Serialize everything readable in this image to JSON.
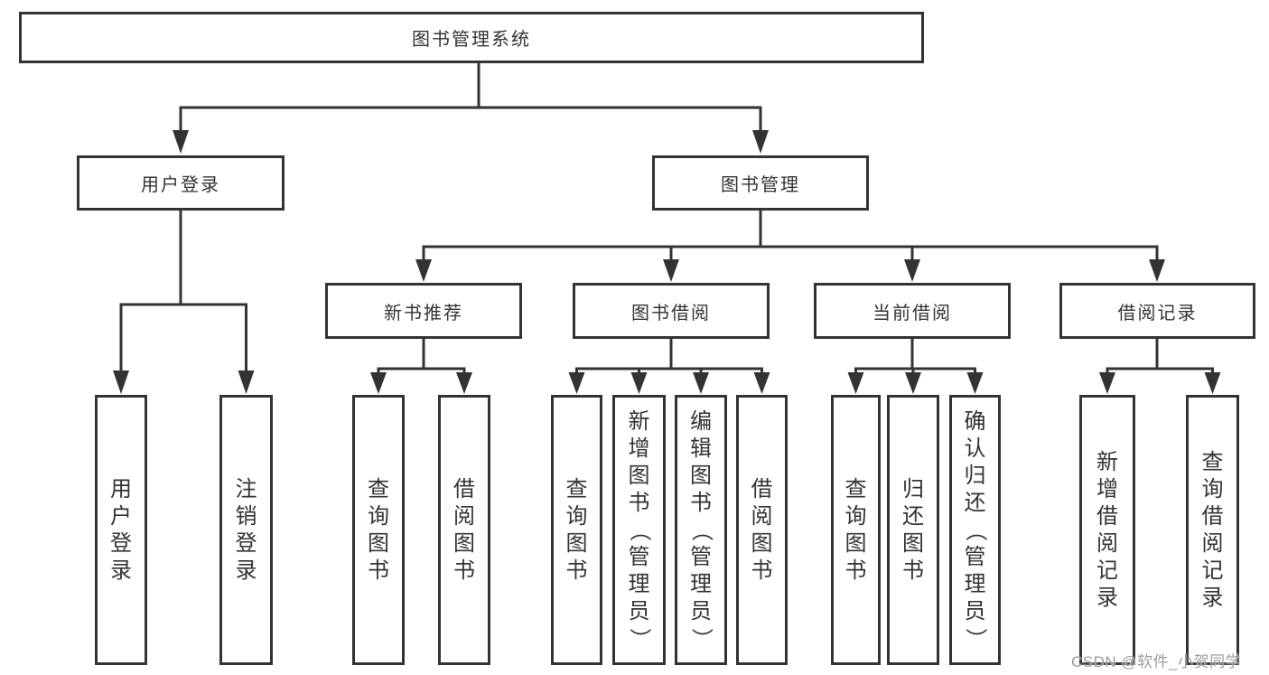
{
  "tree": {
    "root": {
      "label": "图书管理系统"
    },
    "branches": [
      {
        "label": "用户登录",
        "leaves": [
          {
            "label": "用户登录"
          },
          {
            "label": "注销登录"
          }
        ]
      },
      {
        "label": "图书管理",
        "children": [
          {
            "label": "新书推荐",
            "leaves": [
              {
                "label": "查询图书"
              },
              {
                "label": "借阅图书"
              }
            ]
          },
          {
            "label": "图书借阅",
            "leaves": [
              {
                "label": "查询图书"
              },
              {
                "label": "新增图书（管理员）"
              },
              {
                "label": "编辑图书（管理员）"
              },
              {
                "label": "借阅图书"
              }
            ]
          },
          {
            "label": "当前借阅",
            "leaves": [
              {
                "label": "查询图书"
              },
              {
                "label": "归还图书"
              },
              {
                "label": "确认归还（管理员）"
              }
            ]
          },
          {
            "label": "借阅记录",
            "leaves": [
              {
                "label": "新增借阅记录"
              },
              {
                "label": "查询借阅记录"
              }
            ]
          }
        ]
      }
    ]
  },
  "watermark": {
    "text": "CSDN @软件_小贺同学"
  },
  "colors": {
    "line": "#333333",
    "node_border": "#333333",
    "node_fill": "#ffffff",
    "text": "#333333",
    "watermark": "#9c9c9c",
    "background": "#ffffff"
  }
}
